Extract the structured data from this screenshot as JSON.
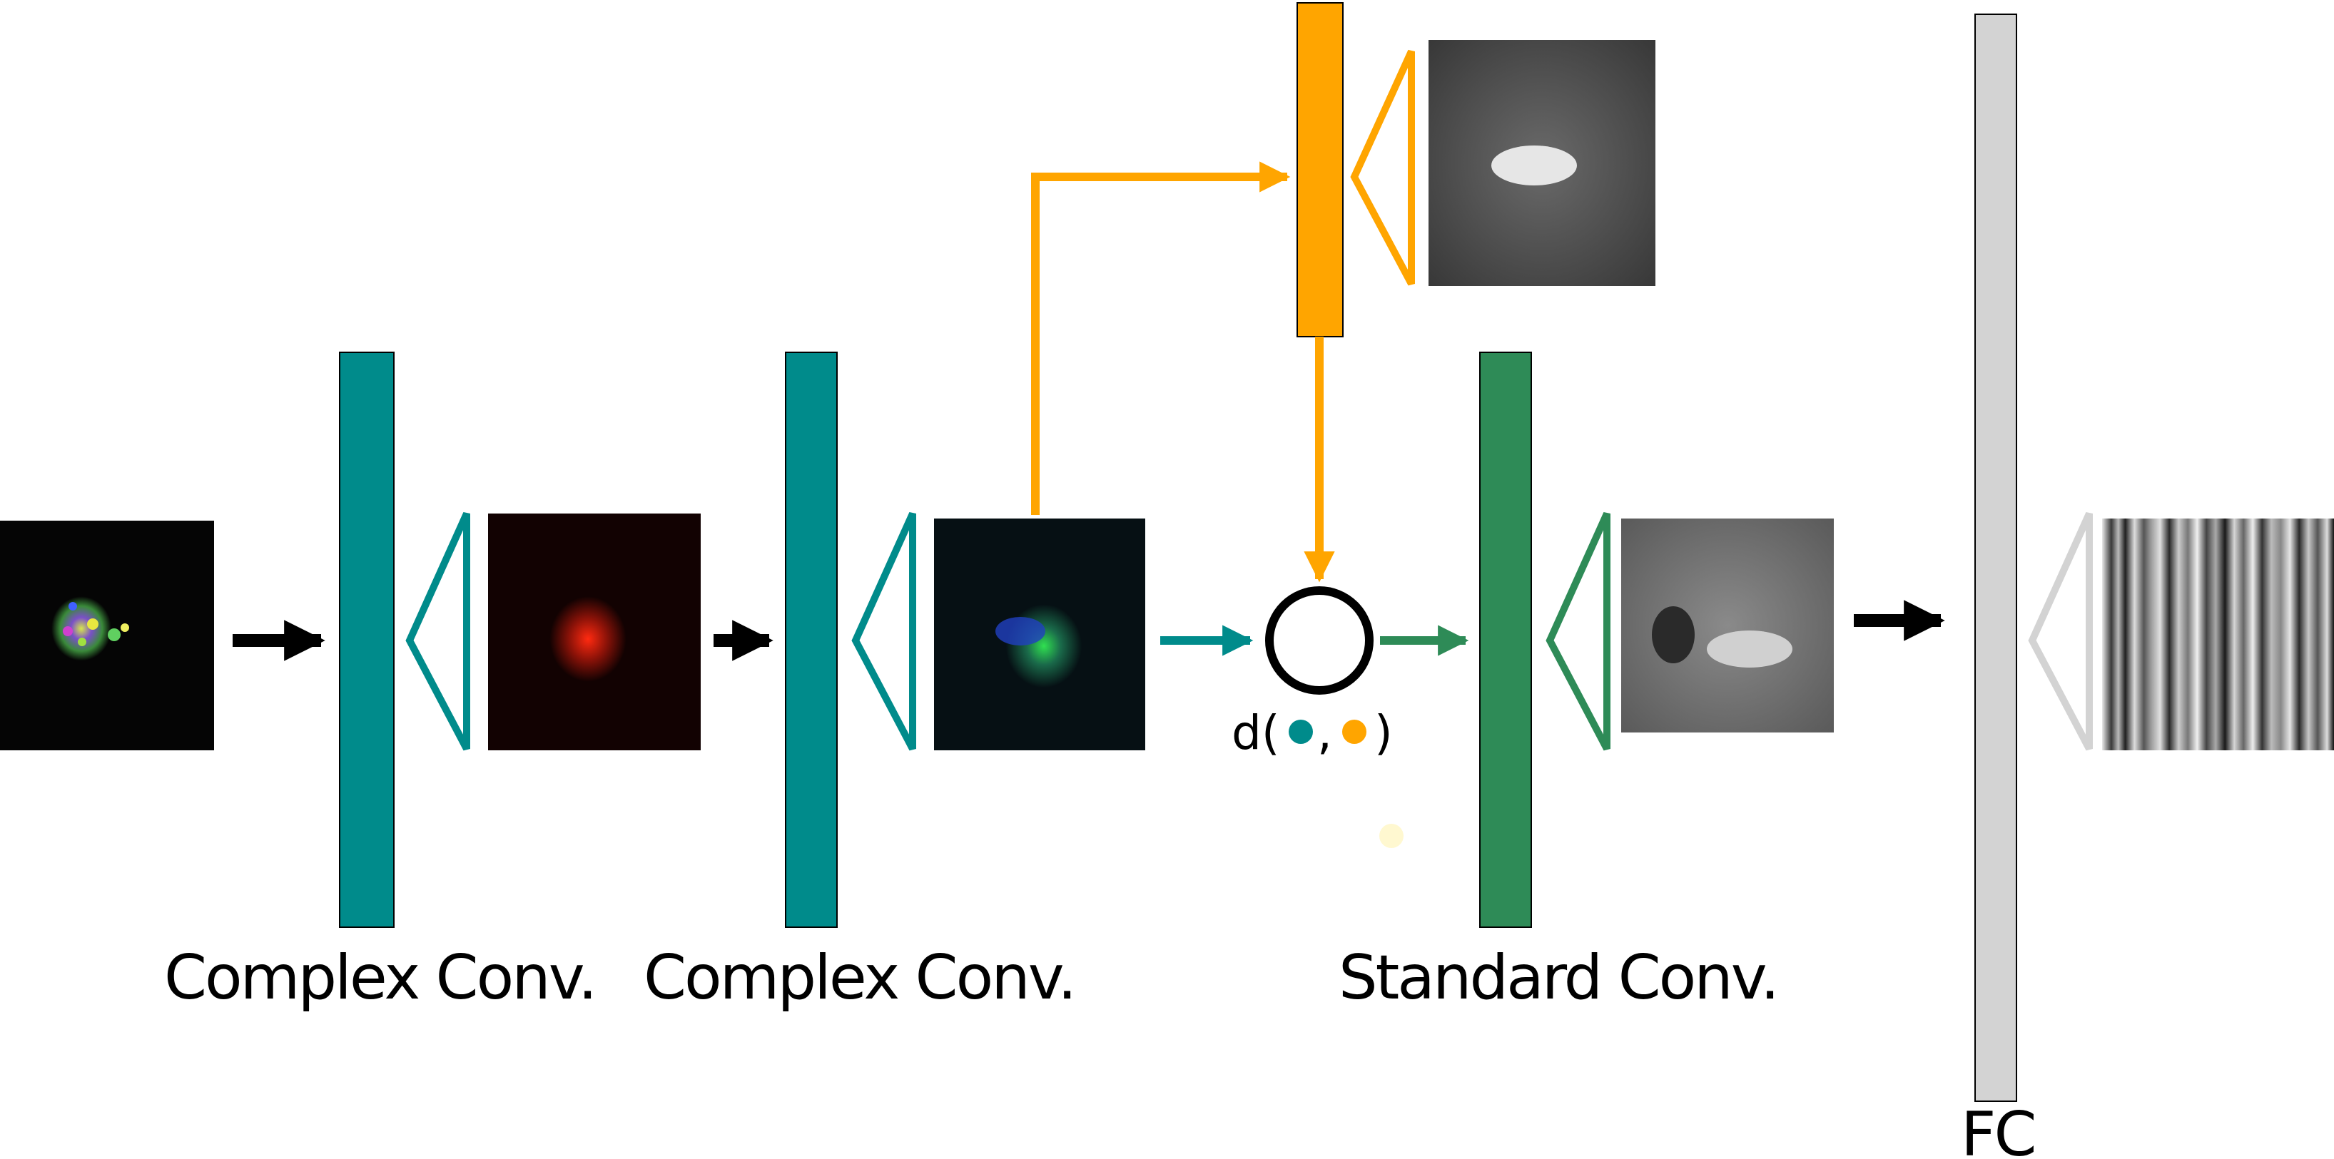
{
  "labels": {
    "conv1": "Complex Conv.",
    "conv2": "Complex Conv.",
    "conv3": "Standard Conv.",
    "fc": "FC",
    "distance_prefix": "d(",
    "distance_comma": ",",
    "distance_suffix": ")"
  },
  "colors": {
    "complex_conv": "#008b8b",
    "standard_conv": "#2e8b57",
    "branch": "#ffa500",
    "fc": "#d3d3d3",
    "arrow": "#000000"
  },
  "icons": {
    "complex_filter": "triangle-outline",
    "branch_filter": "triangle-outline",
    "standard_filter": "triangle-outline",
    "fc_filter": "triangle-outline",
    "distance_node": "circle-outline"
  }
}
